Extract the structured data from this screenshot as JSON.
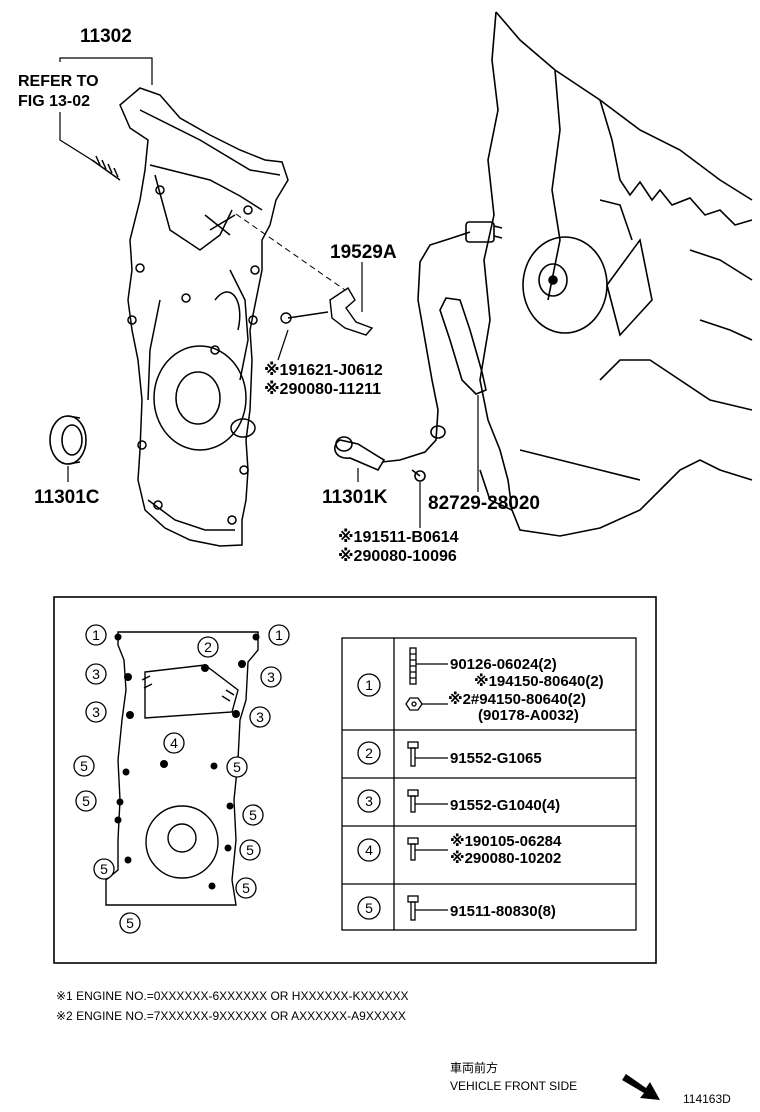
{
  "diagram": {
    "part_main": "11302",
    "refer_line1": "REFER TO",
    "refer_line2": "FIG 13-02",
    "part_bracket": "19529A",
    "bracket_bolt_1": "※191621-J0612",
    "bracket_bolt_2": "※290080-11211",
    "part_seal": "11301C",
    "part_sensor": "11301K",
    "part_clamp": "82729-28020",
    "sensor_bolt_1": "※191511-B0614",
    "sensor_bolt_2": "※290080-10096"
  },
  "legend": {
    "row1": {
      "num": "1",
      "lines": [
        "90126-06024(2)",
        "※194150-80640(2)",
        "※2#94150-80640(2)",
        "(90178-A0032)"
      ]
    },
    "row2": {
      "num": "2",
      "part": "91552-G1065"
    },
    "row3": {
      "num": "3",
      "part": "91552-G1040(4)"
    },
    "row4": {
      "num": "4",
      "part_1": "※190105-06284",
      "part_2": "※290080-10202"
    },
    "row5": {
      "num": "5",
      "part": "91511-80830(8)"
    }
  },
  "notes": {
    "note1": "※1 ENGINE NO.=0XXXXXX-6XXXXXX OR HXXXXXX-KXXXXXX",
    "note2": "※2 ENGINE NO.=7XXXXXX-9XXXXXX OR AXXXXXX-A9XXXXX"
  },
  "footer": {
    "direction_jp": "車両前方",
    "direction_en": "VEHICLE FRONT SIDE",
    "figure_id": "114163D"
  }
}
